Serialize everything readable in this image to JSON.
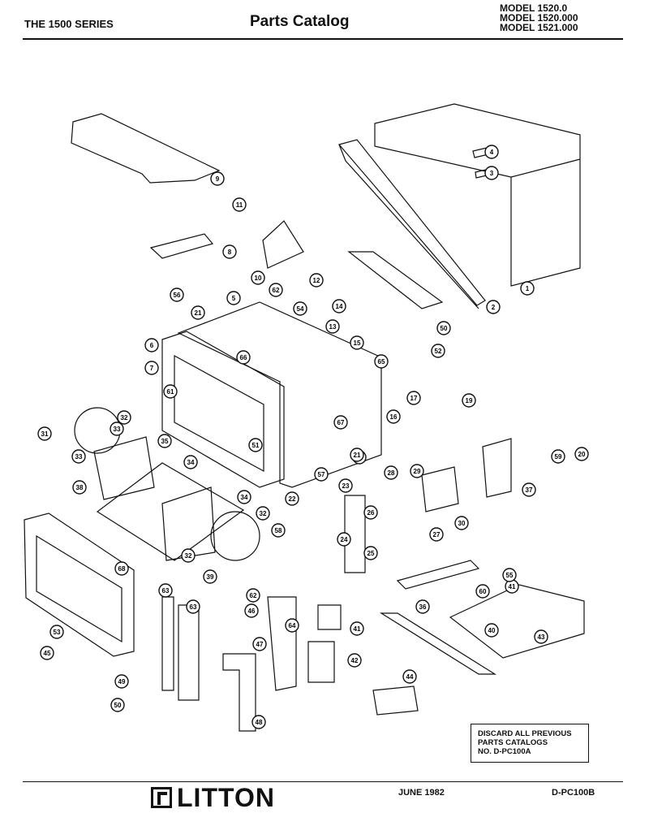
{
  "header": {
    "series": "THE 1500 SERIES",
    "title": "Parts Catalog",
    "models": [
      "MODEL 1520.0",
      "MODEL 1520.000",
      "MODEL 1521.000"
    ]
  },
  "notice": {
    "lines": [
      "DISCARD ALL PREVIOUS",
      "PARTS CATALOGS",
      "NO. D-PC100A"
    ]
  },
  "footer": {
    "brand": "LITTON",
    "date": "JUNE 1982",
    "code": "D-PC100B"
  },
  "callouts": [
    "1",
    "2",
    "3",
    "4",
    "5",
    "6",
    "7",
    "8",
    "9",
    "10",
    "11",
    "12",
    "13",
    "14",
    "15",
    "16",
    "17",
    "18",
    "19",
    "20",
    "21",
    "21",
    "22",
    "23",
    "24",
    "25",
    "26",
    "27",
    "28",
    "29",
    "30",
    "31",
    "32",
    "32",
    "32",
    "33",
    "33",
    "34",
    "34",
    "35",
    "36",
    "37",
    "38",
    "39",
    "40",
    "41",
    "41",
    "42",
    "43",
    "44",
    "45",
    "46",
    "47",
    "48",
    "49",
    "50",
    "50",
    "51",
    "52",
    "53",
    "54",
    "55",
    "56",
    "57",
    "58",
    "59",
    "60",
    "61",
    "62",
    "62",
    "63",
    "63",
    "64",
    "65",
    "66",
    "67",
    "68"
  ]
}
